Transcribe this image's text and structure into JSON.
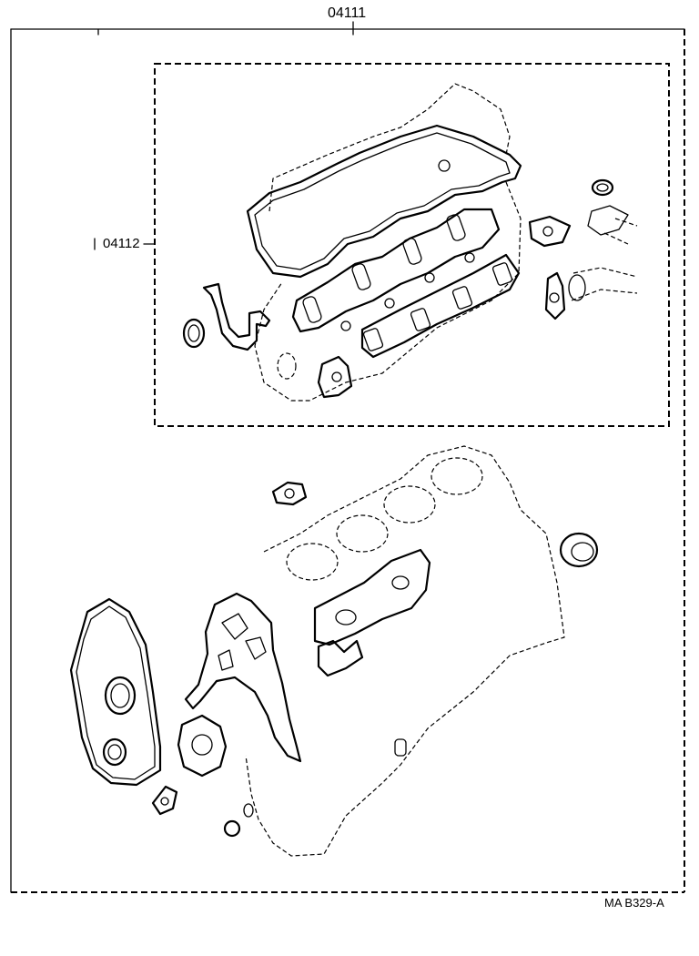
{
  "diagram": {
    "part_number_kit": "04111",
    "part_number_subkit": "04112",
    "drawing_reference": "MA  B329-A"
  }
}
